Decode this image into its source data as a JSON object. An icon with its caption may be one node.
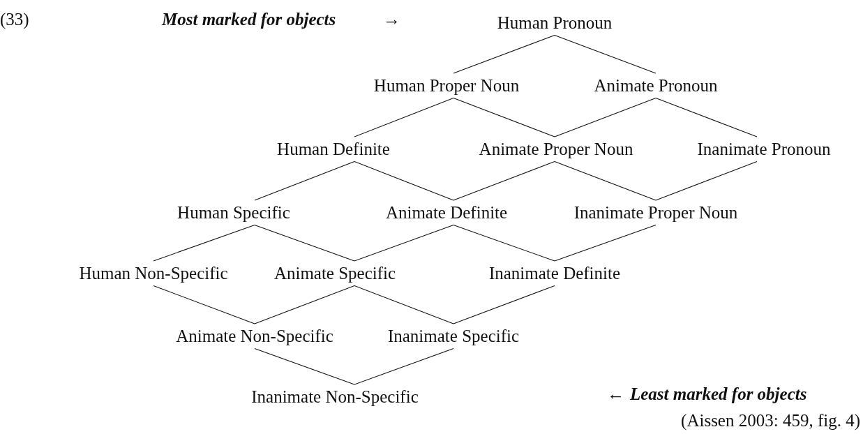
{
  "diagram": {
    "caption": "(Aissen 2003: 459, fig. 4)",
    "nodes": [
      {
        "text": [
          "Human Pronoun"
        ]
      },
      {
        "text": [
          "Human Proper Noun"
        ]
      },
      {
        "text": [
          "Animate Pronoun"
        ]
      },
      {
        "text": [
          "Human Definite"
        ]
      },
      {
        "text": [
          "Animate Proper Noun"
        ]
      },
      {
        "text": [
          "Inanimate Pronoun"
        ]
      },
      {
        "text": [
          "Human Specific"
        ]
      },
      {
        "text": [
          "Animate Definite"
        ]
      },
      {
        "text": [
          "Inanimate Proper Noun"
        ]
      },
      {
        "text": [
          "Human Non-Specific"
        ]
      },
      {
        "text": [
          "Animate Specific"
        ]
      },
      {
        "text": [
          "Inanimate Definite"
        ]
      },
      {
        "text": [
          "Animate Non-Specific"
        ]
      },
      {
        "text": [
          "Inanimate Specific"
        ]
      },
      {
        "text": [
          "Inanimate Non-Specific"
        ]
      }
    ],
    "edges": [
      {
        "from": 0,
        "to": 1,
        "arrow": "none"
      },
      {
        "from": 0,
        "to": 2,
        "arrow": "none"
      },
      {
        "from": 1,
        "to": 3,
        "arrow": "none"
      },
      {
        "from": 1,
        "to": 4,
        "arrow": "none"
      },
      {
        "from": 2,
        "to": 4,
        "arrow": "none"
      },
      {
        "from": 2,
        "to": 5,
        "arrow": "none"
      },
      {
        "from": 3,
        "to": 6,
        "arrow": "none"
      },
      {
        "from": 3,
        "to": 7,
        "arrow": "none"
      },
      {
        "from": 4,
        "to": 7,
        "arrow": "none"
      },
      {
        "from": 4,
        "to": 8,
        "arrow": "none"
      },
      {
        "from": 5,
        "to": 8,
        "arrow": "none"
      },
      {
        "from": 6,
        "to": 9,
        "arrow": "none"
      },
      {
        "from": 6,
        "to": 10,
        "arrow": "none"
      },
      {
        "from": 7,
        "to": 10,
        "arrow": "none"
      },
      {
        "from": 7,
        "to": 11,
        "arrow": "none"
      },
      {
        "from": 8,
        "to": 11,
        "arrow": "none"
      },
      {
        "from": 9,
        "to": 12,
        "arrow": "none"
      },
      {
        "from": 10,
        "to": 12,
        "arrow": "none"
      },
      {
        "from": 10,
        "to": 13,
        "arrow": "none"
      },
      {
        "from": 11,
        "to": 13,
        "arrow": "none"
      },
      {
        "from": 12,
        "to": 14,
        "arrow": "none"
      },
      {
        "from": 13,
        "to": 14,
        "arrow": "none"
      }
    ],
    "labels": [
      "(33)",
      "Most marked for objects",
      "→",
      "←",
      "Least marked for objects"
    ]
  }
}
